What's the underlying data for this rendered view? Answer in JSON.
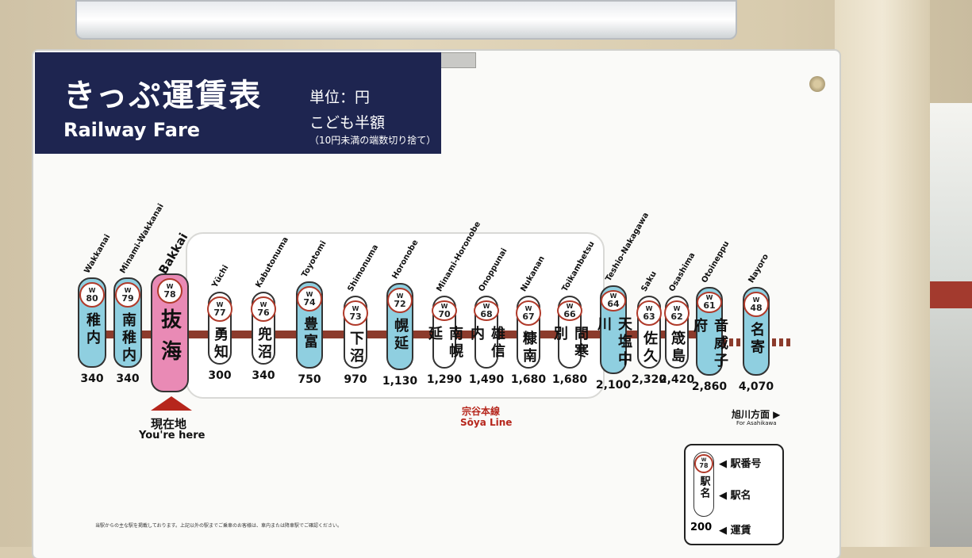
{
  "header": {
    "title_ja": "きっぷ運賃表",
    "title_en": "Railway Fare",
    "unit": "単位：円",
    "child": "こども半額",
    "note": "（10円未満の端数切り捨て）"
  },
  "stations": [
    {
      "code": "W",
      "num": "80",
      "kanji": "稚内",
      "romaji": "Wakkanai",
      "fare": "340",
      "color": "blue"
    },
    {
      "code": "W",
      "num": "79",
      "kanji": "南稚内",
      "romaji": "Minami-Wakkanai",
      "fare": "340",
      "color": "blue"
    },
    {
      "code": "W",
      "num": "78",
      "kanji": "抜海",
      "romaji": "Bakkai",
      "fare": "",
      "color": "pink"
    },
    {
      "code": "W",
      "num": "77",
      "kanji": "勇知",
      "romaji": "Yūchi",
      "fare": "300",
      "color": "white"
    },
    {
      "code": "W",
      "num": "76",
      "kanji": "兜沼",
      "romaji": "Kabutonuma",
      "fare": "340",
      "color": "white"
    },
    {
      "code": "W",
      "num": "74",
      "kanji": "豊富",
      "romaji": "Toyotomi",
      "fare": "750",
      "color": "blue"
    },
    {
      "code": "W",
      "num": "73",
      "kanji": "下沼",
      "romaji": "Shimonuma",
      "fare": "970",
      "color": "white"
    },
    {
      "code": "W",
      "num": "72",
      "kanji": "幌延",
      "romaji": "Horonobe",
      "fare": "1,130",
      "color": "blue"
    },
    {
      "code": "W",
      "num": "70",
      "kanji": "南幌延",
      "romaji": "Minami-Horonobe",
      "fare": "1,290",
      "color": "white"
    },
    {
      "code": "W",
      "num": "68",
      "kanji": "雄信内",
      "romaji": "Onoppunai",
      "fare": "1,490",
      "color": "white"
    },
    {
      "code": "W",
      "num": "67",
      "kanji": "糠南",
      "romaji": "Nukanan",
      "fare": "1,680",
      "color": "white"
    },
    {
      "code": "W",
      "num": "66",
      "kanji": "問寒別",
      "romaji": "Toikambetsu",
      "fare": "1,680",
      "color": "white"
    },
    {
      "code": "W",
      "num": "64",
      "kanji": "天塩中川",
      "romaji": "Teshio-Nakagawa",
      "fare": "2,100",
      "color": "blue"
    },
    {
      "code": "W",
      "num": "63",
      "kanji": "佐久",
      "romaji": "Saku",
      "fare": "2,320",
      "color": "white"
    },
    {
      "code": "W",
      "num": "62",
      "kanji": "筬島",
      "romaji": "Osashima",
      "fare": "2,420",
      "color": "white"
    },
    {
      "code": "W",
      "num": "61",
      "kanji": "音威子府",
      "romaji": "Otoineppu",
      "fare": "2,860",
      "color": "blue"
    },
    {
      "code": "W",
      "num": "48",
      "kanji": "名寄",
      "romaji": "Nayoro",
      "fare": "4,070",
      "color": "blue"
    }
  ],
  "here": {
    "ja": "現在地",
    "en": "You're here"
  },
  "line": {
    "ja": "宗谷本線",
    "en": "Sōya Line"
  },
  "direction": {
    "ja": "旭川方面 ▶",
    "en": "For Asahikawa"
  },
  "legend": {
    "code": "W",
    "num": "78",
    "kanji": "駅名",
    "fare": "200",
    "station_number": "◀ 駅番号",
    "station_name": "◀ 駅名",
    "fare_label": "◀ 運賃"
  },
  "colors": {
    "navy": "#1e2550",
    "route": "#8c3b2c",
    "major": "#8fcfe0",
    "current": "#e98ab5",
    "marker": "#b6261c"
  }
}
